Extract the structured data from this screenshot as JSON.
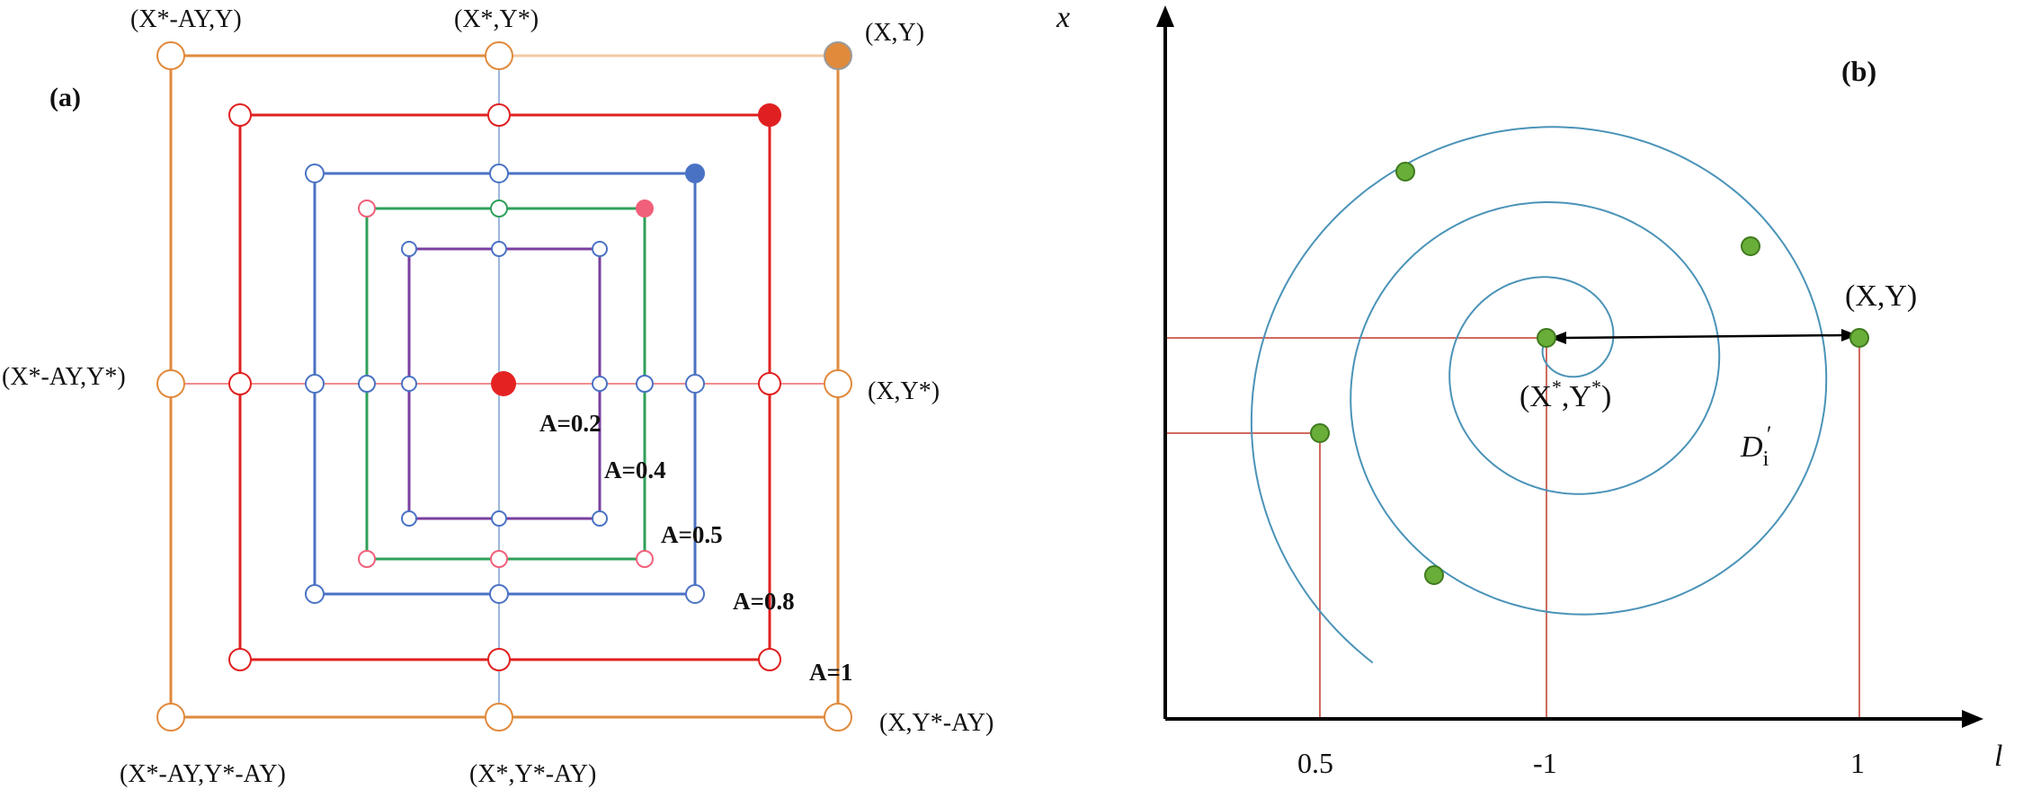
{
  "panel_a": {
    "label": "(a)",
    "colors": {
      "outer": "#E08A3C",
      "outer_light": "#F3C9A3",
      "red": "#E02020",
      "blue": "#4A72C4",
      "green": "#2FA05A",
      "purple": "#7A3FA0",
      "center_line_v": "#9DB8DC",
      "center_line_h": "#F08C8C",
      "pink": "#F0607A"
    },
    "point_labels": {
      "top_left": "(X*-AY,Y)",
      "top_mid": "(X*,Y*)",
      "top_right": "(X,Y)",
      "mid_left": "(X*-AY,Y*)",
      "mid_right": "(X,Y*)",
      "bottom_left": "(X*-AY,Y*-AY)",
      "bottom_mid": "(X*,Y*-AY)",
      "bottom_right": "(X,Y*-AY)"
    },
    "a_labels": [
      "A=0.2",
      "A=0.4",
      "A=0.5",
      "A=0.8",
      "A=1"
    ]
  },
  "panel_b": {
    "label": "(b)",
    "y_axis_label": "x",
    "x_axis_label": "l",
    "ticks": [
      "0.5",
      "-1",
      "1"
    ],
    "point_label_xy": "(X,Y)",
    "center_label_main": "(X",
    "center_label_sup1": "*",
    "center_label_mid": ",Y",
    "center_label_sup2": "*",
    "center_label_end": ")",
    "distance_label": "D",
    "distance_sub": "i",
    "distance_prime": "′",
    "colors": {
      "spiral": "#4A93B8",
      "guide": "#C0392B",
      "point_fill": "#6AAE3A",
      "point_stroke": "#3F7A1E"
    }
  }
}
